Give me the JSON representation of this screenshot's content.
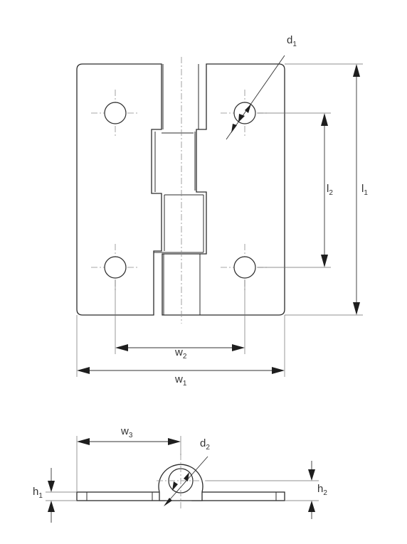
{
  "labels": {
    "d1": "d1",
    "l1": "l1",
    "l2": "l2",
    "w1": "w1",
    "w2": "w2",
    "w3": "w3",
    "d2": "d2",
    "h1": "h1",
    "h2": "h2"
  }
}
